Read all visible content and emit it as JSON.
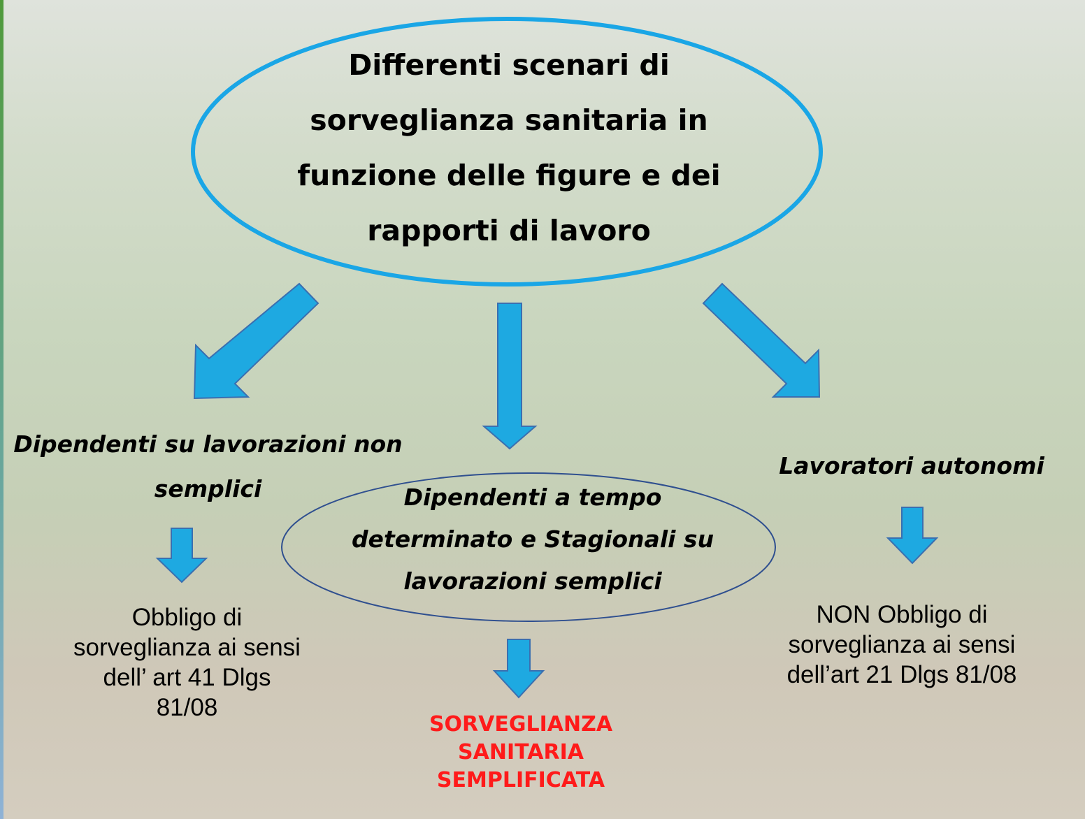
{
  "title": "Differenti scenari di sorveglianza sanitaria in funzione delle figure e dei rapporti di lavoro",
  "branches": {
    "left": {
      "label": "Dipendenti su lavorazioni non semplici",
      "result": "Obbligo di sorveglianza ai sensi dell’ art 41 Dlgs 81/08"
    },
    "center": {
      "label": "Dipendenti a tempo determinato e Stagionali su lavorazioni semplici",
      "result": "SORVEGLIANZA SANITARIA SEMPLIFICATA"
    },
    "right": {
      "label": "Lavoratori autonomi",
      "result": "NON Obbligo di sorveglianza ai sensi dell’art 21 Dlgs 81/08"
    }
  },
  "colors": {
    "arrow_fill": "#1ea9e1",
    "arrow_stroke": "#3a6fb0",
    "title_ellipse": "#1aa6e6",
    "center_ellipse": "#2f4f8f",
    "result_highlight": "#ff1a1a"
  }
}
